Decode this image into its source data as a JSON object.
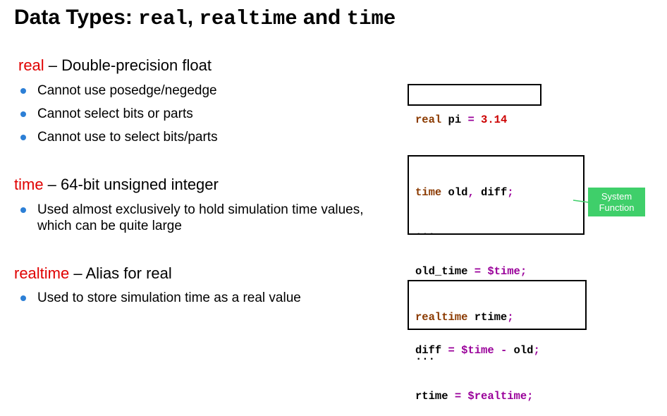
{
  "title": {
    "prefix": "Data Types: ",
    "kw1": "real",
    "sep1": ", ",
    "kw2": "realtime",
    "sep2": " and ",
    "kw3": "time"
  },
  "sections": {
    "real": {
      "keyword": "real",
      "desc": " – Double-precision float",
      "bullets": [
        "Cannot use posedge/negedge",
        "Cannot select bits or parts",
        "Cannot use to select bits/parts"
      ]
    },
    "time": {
      "keyword": "time",
      "desc": " – 64-bit unsigned integer",
      "bullets": [
        "Used almost exclusively to hold simulation time values, which can be quite large"
      ]
    },
    "realtime": {
      "keyword": "realtime",
      "desc": " – Alias for real",
      "bullets": [
        "Used to store simulation time as a real value"
      ]
    }
  },
  "code": {
    "real": {
      "kw": "real",
      "name": " pi ",
      "op": "=",
      "value": " 3.14"
    },
    "time": {
      "l1_kw": "time",
      "l1_rest": " old",
      "l1_comma": ",",
      "l1_rest2": " diff",
      "l1_semi": ";",
      "l2": "...",
      "l3_name": "old_time ",
      "l3_op": "=",
      "l3_sys": " $time",
      "l3_semi": ";",
      "l4": "...",
      "l5_name": "diff ",
      "l5_op": "=",
      "l5_sys": " $time",
      "l5_minus": " -",
      "l5_old": " old",
      "l5_semi": ";"
    },
    "realtime": {
      "l1_kw": "realtime",
      "l1_rest": " rtime",
      "l1_semi": ";",
      "l2": "...",
      "l3_name": "rtime ",
      "l3_op": "=",
      "l3_sys": " $realtime",
      "l3_semi": ";"
    }
  },
  "callout": {
    "line1": "System",
    "line2": "Function"
  },
  "colors": {
    "keyword_red": "#e00000",
    "code_keyword": "#8b3a00",
    "code_value": "#cc0000",
    "code_sysfunc": "#9a009a",
    "bullet_blue": "#2c7fd6",
    "callout_green": "#3fcf6a"
  }
}
